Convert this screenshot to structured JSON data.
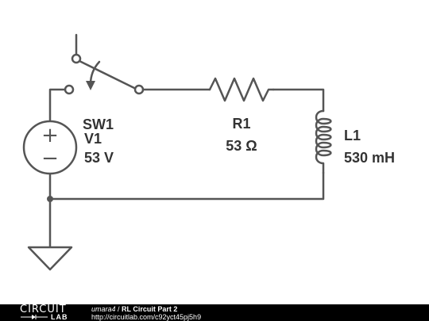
{
  "components": {
    "switch": {
      "name": "SW1"
    },
    "source": {
      "name": "V1",
      "value": "53 V",
      "plus": "+",
      "minus": "−"
    },
    "resistor": {
      "name": "R1",
      "value": "53 Ω"
    },
    "inductor": {
      "name": "L1",
      "value": "530 mH"
    }
  },
  "footer": {
    "logo_top": "CIRCUIT",
    "logo_bottom": "LAB",
    "author": "umara4",
    "separator": " / ",
    "title": "RL Circuit Part 2",
    "url": "http://circuitlab.com/c92yct45pj5h9"
  }
}
